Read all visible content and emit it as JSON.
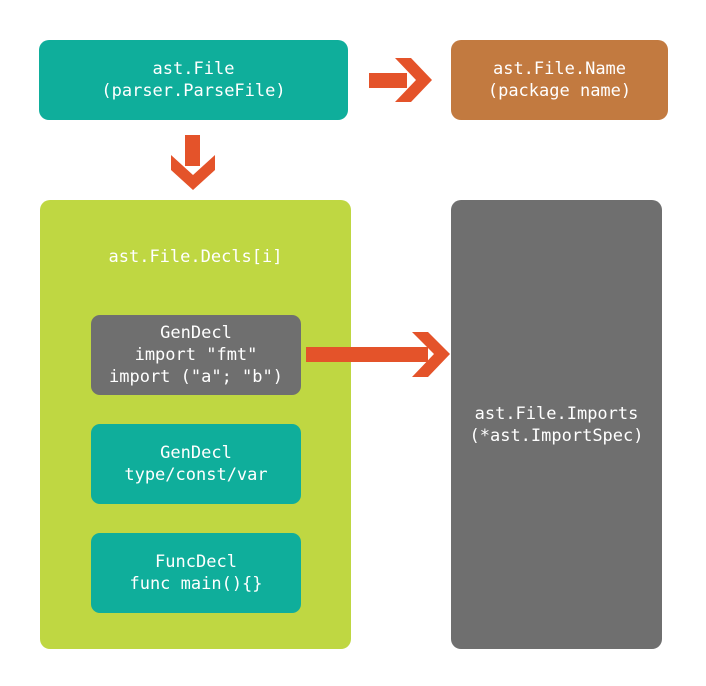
{
  "nodes": {
    "ast_file": {
      "lines": [
        "ast.File",
        "(parser.ParseFile)"
      ]
    },
    "file_name": {
      "lines": [
        "ast.File.Name",
        "(package name)"
      ]
    },
    "decls": {
      "label": "ast.File.Decls[i]"
    },
    "gendecl_import": {
      "lines": [
        "GenDecl",
        "import \"fmt\"",
        "import (\"a\"; \"b\")"
      ]
    },
    "gendecl_type": {
      "lines": [
        "GenDecl",
        "type/const/var"
      ]
    },
    "funcdecl": {
      "lines": [
        "FuncDecl",
        "func main(){}"
      ]
    },
    "imports": {
      "lines": [
        "ast.File.Imports",
        "(*ast.ImportSpec)"
      ]
    }
  },
  "colors": {
    "teal": "#0fae9b",
    "brown": "#c27a40",
    "lime": "#bfd742",
    "gray": "#6f6f6f",
    "arrow": "#e4532a"
  }
}
